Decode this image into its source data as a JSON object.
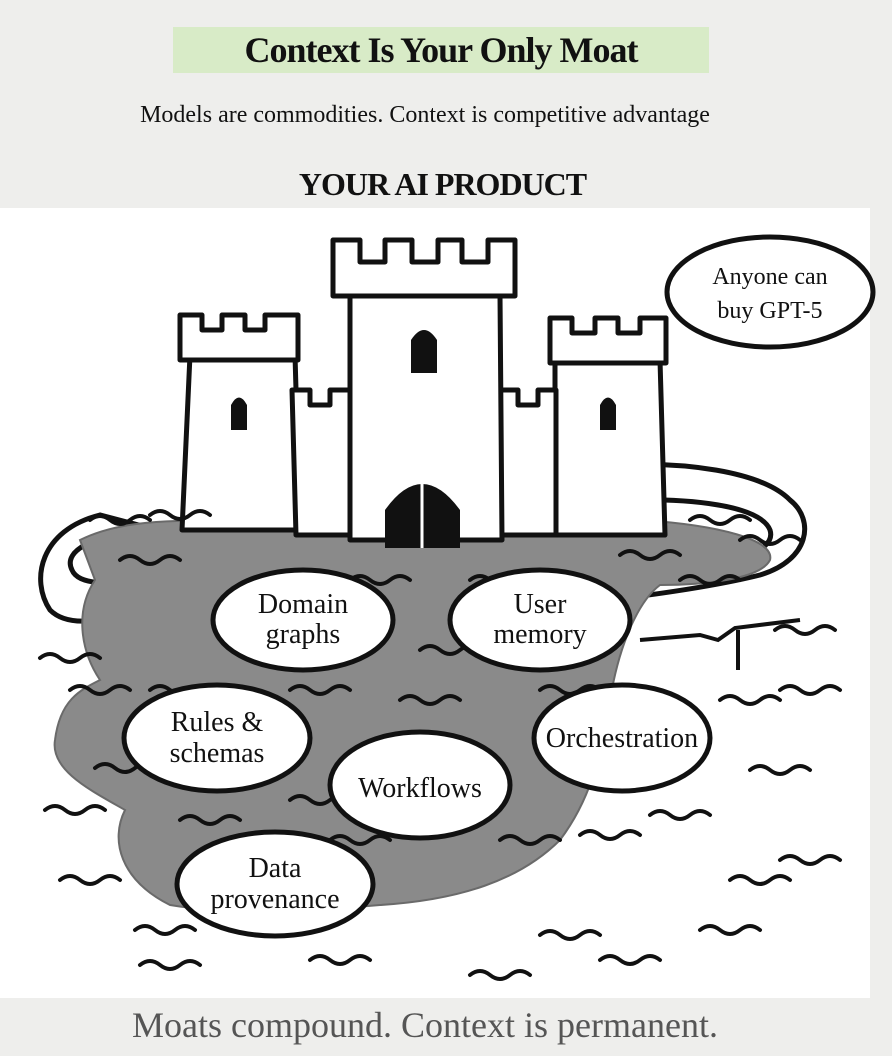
{
  "header": {
    "title": "Context Is Your Only Moat",
    "subtitle": "Models are commodities. Context is competitive advantage"
  },
  "diagram": {
    "heading": "YOUR AI PRODUCT",
    "callout": {
      "line1": "Anyone can",
      "line2": "buy GPT-5"
    },
    "moat_items": [
      {
        "line1": "Domain",
        "line2": "graphs"
      },
      {
        "line1": "User",
        "line2": "memory"
      },
      {
        "line1": "Rules &",
        "line2": "schemas"
      },
      {
        "line1": "Orchestration",
        "line2": ""
      },
      {
        "line1": "Workflows",
        "line2": ""
      },
      {
        "line1": "Data",
        "line2": "provenance"
      }
    ]
  },
  "footer": {
    "tagline": "Moats compound. Context is permanent."
  },
  "colors": {
    "title_background": "#d8ebc7",
    "water": "#8a8a8a",
    "page_background": "#eeeeec",
    "ink": "#111111"
  }
}
